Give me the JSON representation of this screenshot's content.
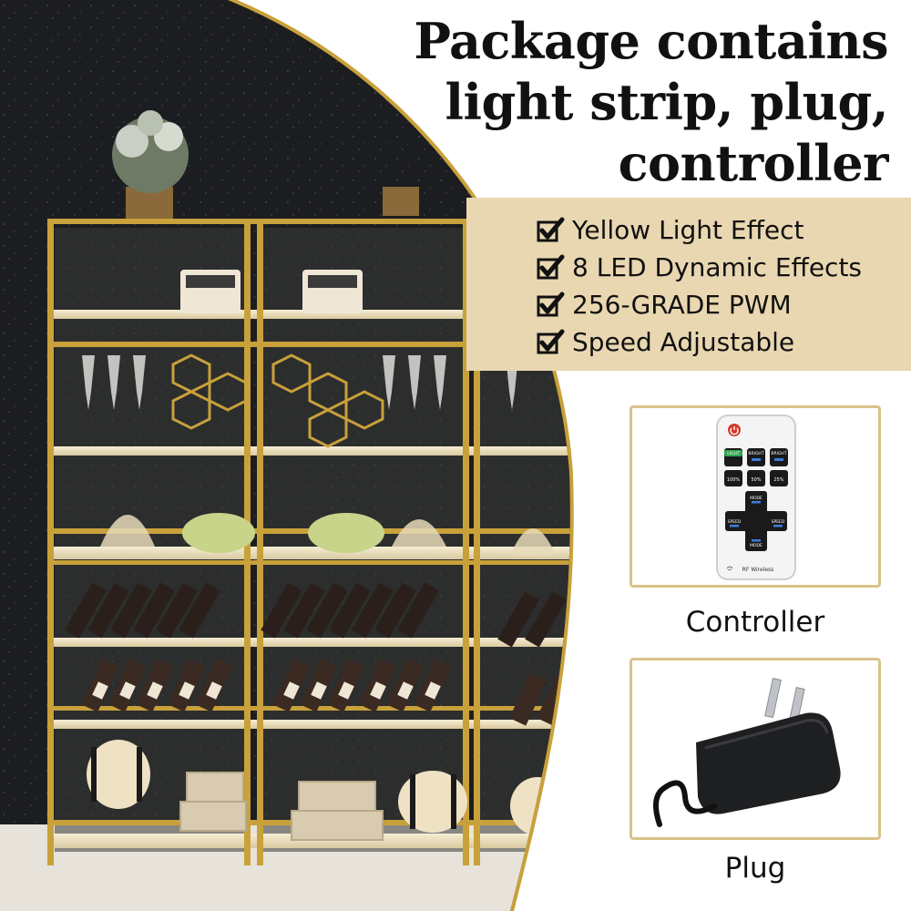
{
  "headline": {
    "line1": "Package contains",
    "line2": "light strip, plug,",
    "line3": "controller"
  },
  "features": [
    "Yellow Light Effect",
    "8 LED Dynamic Effects",
    "256-GRADE PWM",
    "Speed Adjustable"
  ],
  "remote": {
    "btn_light": "LIGHT",
    "btn_bright_up": "BRIGHT",
    "btn_bright_down": "BRIGHT",
    "btn_100": "100%",
    "btn_50": "50%",
    "btn_25": "25%",
    "mode_top": "MODE",
    "mode_bottom": "MODE",
    "speed_left": "SPEED",
    "speed_right": "SPEED",
    "brand": "RF Wireless"
  },
  "captions": {
    "controller": "Controller",
    "plug": "Plug"
  },
  "colors": {
    "gold": "#c9a13a",
    "feature_band": "#e9d7b1",
    "card_border": "#d9c289",
    "wall": "#1c1d20"
  }
}
